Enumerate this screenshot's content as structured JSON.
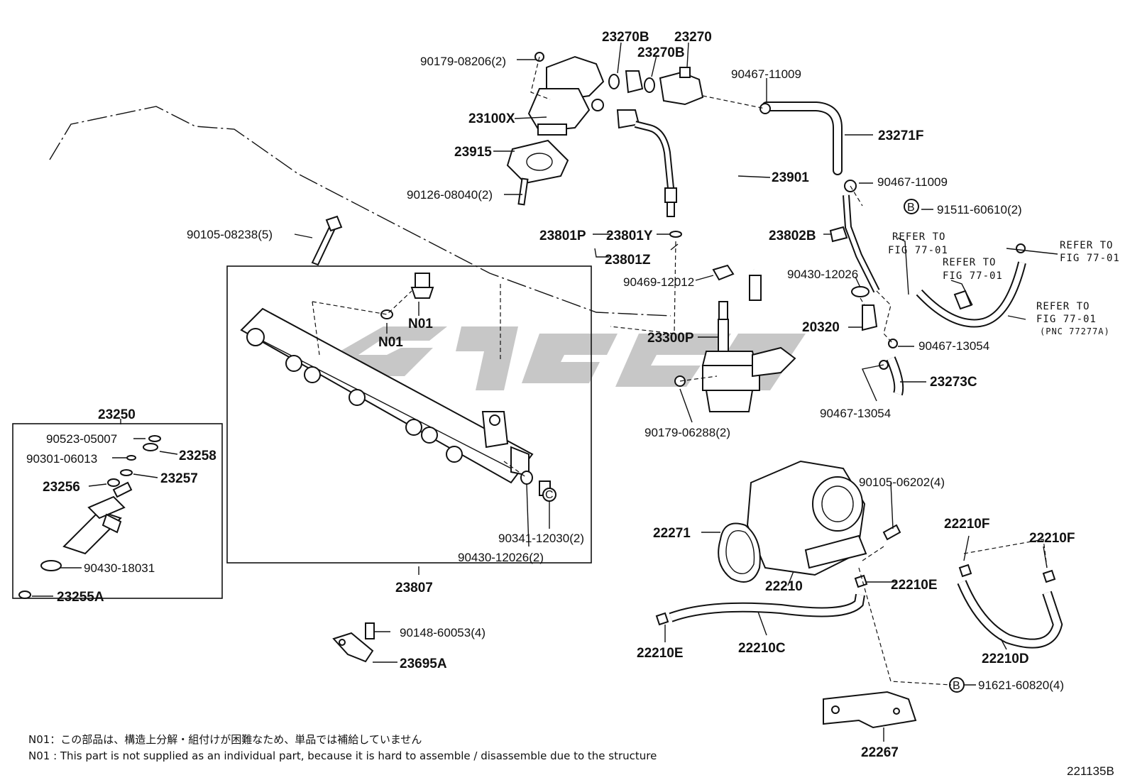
{
  "diagram_code": "221135B",
  "notes": {
    "jp": "N01：この部品は、構造上分解・組付けが困難なため、単品では補給していません",
    "en": "N01 : This part is not supplied as an individual part, because it is hard to assemble / disassemble due to the structure"
  },
  "labels": {
    "p90179_08206": "90179-08206(2)",
    "p23270B_a": "23270B",
    "p23270": "23270",
    "p23270B_b": "23270B",
    "p90467_11009_a": "90467-11009",
    "p23100X": "23100X",
    "p23271F": "23271F",
    "p23915": "23915",
    "p23901": "23901",
    "p90467_11009_b": "90467-11009",
    "p90126_08040": "90126-08040(2)",
    "p91511_60610": "91511-60610(2)",
    "p90105_08238": "90105-08238(5)",
    "p23801P": "23801P",
    "p23801Y": "23801Y",
    "p23802B": "23802B",
    "p23801Z": "23801Z",
    "p90430_12026_a": "90430-12026",
    "p90469_12012": "90469-12012",
    "pN01_a": "N01",
    "pN01_b": "N01",
    "p20320": "20320",
    "p23300P": "23300P",
    "p90467_13054_a": "90467-13054",
    "p23273C": "23273C",
    "p90467_13054_b": "90467-13054",
    "p23250": "23250",
    "p90179_06288": "90179-06288(2)",
    "p90523_05007": "90523-05007",
    "p23258": "23258",
    "p90301_06013": "90301-06013",
    "p23257": "23257",
    "p23256": "23256",
    "p90105_06202": "90105-06202(4)",
    "p22210F_a": "22210F",
    "p22210F_b": "22210F",
    "p22271": "22271",
    "p90341_12030": "90341-12030(2)",
    "p90430_12026_b": "90430-12026(2)",
    "p90430_18031": "90430-18031",
    "p22210": "22210",
    "p22210E_a": "22210E",
    "p23255A": "23255A",
    "p23807": "23807",
    "p90148_60053": "90148-60053(4)",
    "p22210E_b": "22210E",
    "p22210C": "22210C",
    "p22210D": "22210D",
    "p23695A": "23695A",
    "p91621_60820": "91621-60820(4)",
    "p22267": "22267",
    "bolt_marker": "B",
    "c_marker": "C"
  },
  "refer": {
    "r1": [
      "REFER TO",
      "FIG 77-01"
    ],
    "r2": [
      "REFER TO",
      "FIG 77-01"
    ],
    "r3": [
      "REFER TO",
      "FIG 77-01"
    ],
    "r4": [
      "REFER TO",
      "FIG 77-01",
      "(PNC 77277A)"
    ]
  }
}
